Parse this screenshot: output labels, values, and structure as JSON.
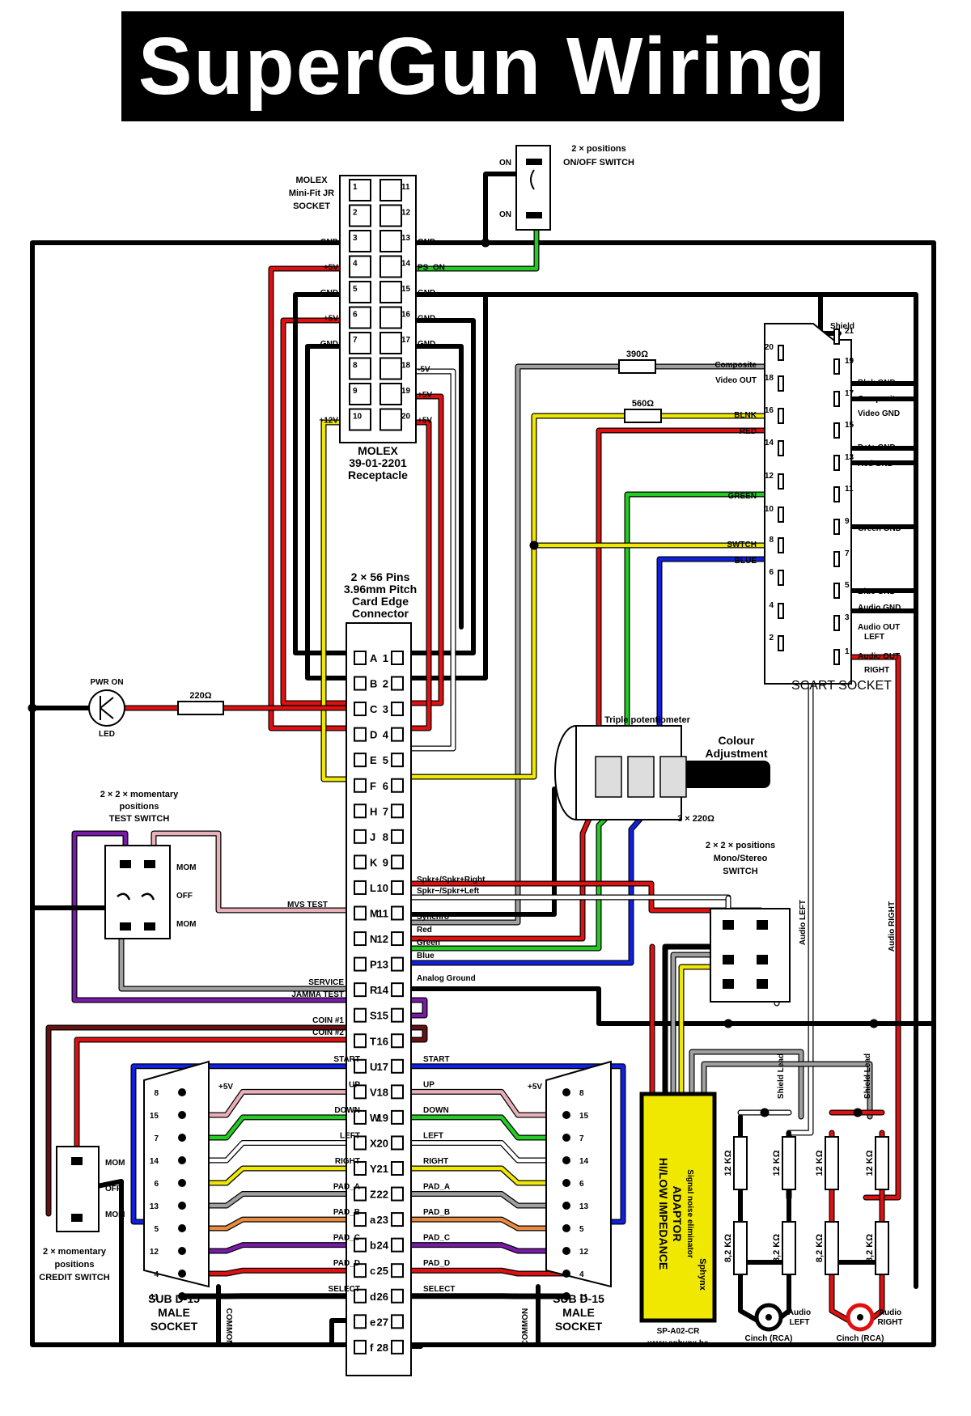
{
  "title": "SuperGun  Wiring",
  "colors": {
    "red": "#e01010",
    "black": "#000000",
    "yellow": "#f0e800",
    "green": "#22cc22",
    "blue": "#1020e0",
    "white": "#ffffff",
    "grey": "#a0a0a0",
    "purple": "#7a1aa8",
    "pink": "#e8b0b8",
    "orange": "#e88a40",
    "darkred": "#6a1010",
    "brown": "#5a1a0a"
  },
  "molex": {
    "header": [
      "MOLEX",
      "Mini-Fit JR",
      "SOCKET"
    ],
    "footer": [
      "MOLEX",
      "39-01-2201",
      "Receptacle"
    ],
    "left_pins": [
      "1",
      "2",
      "3",
      "4",
      "5",
      "6",
      "7",
      "8",
      "9",
      "10"
    ],
    "right_pins": [
      "11",
      "12",
      "13",
      "14",
      "15",
      "16",
      "17",
      "18",
      "19",
      "20"
    ],
    "left_labels": [
      "",
      "",
      "GND",
      "+5V",
      "GND",
      "+5V",
      "GND",
      "",
      "",
      "+12V"
    ],
    "right_labels": [
      "",
      "",
      "GND",
      "PS_ON",
      "GND",
      "GND",
      "GND",
      "-5V",
      "+5V",
      "+5V"
    ]
  },
  "onoff_switch": {
    "caption": [
      "2 × positions",
      "ON/OFF SWITCH"
    ],
    "on_top": "ON",
    "on_bottom": "ON"
  },
  "card_edge": {
    "caption": [
      "2 × 56 Pins",
      "3.96mm Pitch",
      "Card Edge",
      "Connector"
    ],
    "letters": [
      "A",
      "B",
      "C",
      "D",
      "E",
      "F",
      "H",
      "J",
      "K",
      "L",
      "M",
      "N",
      "P",
      "R",
      "S",
      "T",
      "U",
      "V",
      "W",
      "X",
      "Y",
      "Z",
      "a",
      "b",
      "c",
      "d",
      "e",
      "f"
    ],
    "numbers": [
      "1",
      "2",
      "3",
      "4",
      "5",
      "6",
      "7",
      "8",
      "9",
      "10",
      "11",
      "12",
      "13",
      "14",
      "15",
      "16",
      "17",
      "18",
      "19",
      "20",
      "21",
      "22",
      "23",
      "24",
      "25",
      "26",
      "27",
      "28"
    ]
  },
  "jamma_labels": {
    "mvs_test": "MVS TEST",
    "service": "SERVICE",
    "jamma_test": "JAMMA TEST",
    "coin1": "COIN #1",
    "coin2": "COIN #2",
    "spkr_right": "Spkr+/Spkr+Right",
    "spkr_left": "Spkr−/Spkr+Left",
    "synchro": "Synchro",
    "red": "Red",
    "green": "Green",
    "blue": "Blue",
    "analog_ground": "Analog Ground",
    "p1": [
      "START",
      "UP",
      "DOWN",
      "LEFT",
      "RIGHT",
      "PAD_A",
      "PAD_B",
      "PAD_C",
      "PAD_D",
      "SELECT"
    ],
    "p2": [
      "START",
      "UP",
      "DOWN",
      "LEFT",
      "RIGHT",
      "PAD_A",
      "PAD_B",
      "PAD_C",
      "PAD_D",
      "SELECT"
    ]
  },
  "scart": {
    "label": "SCART   SOCKET",
    "shield": "Shield",
    "left_pins": [
      "20",
      "18",
      "16",
      "14",
      "12",
      "10",
      "8",
      "6",
      "4",
      "2"
    ],
    "right_pins": [
      "21",
      "19",
      "17",
      "15",
      "13",
      "11",
      "9",
      "7",
      "5",
      "3",
      "1"
    ],
    "labels": {
      "composite_video_out": [
        "Composite",
        "Video  OUT"
      ],
      "blnk_gnd": "Blnk GND",
      "composite_video_gnd": [
        "Composite",
        "Video  GND"
      ],
      "blnk": "BLNK",
      "red": "RED",
      "data_gnd": "Data GND",
      "red_gnd": "Red GND",
      "green": "GREEN",
      "green_gnd": "Green GND",
      "swtch": "SWTCH",
      "blue": "BLUE",
      "blue_gnd": "Blue GND",
      "audio_gnd": "Audio GND",
      "audio_out_left": [
        "Audio OUT",
        "LEFT"
      ],
      "audio_out_right": [
        "Audio OUT",
        "RIGHT"
      ]
    }
  },
  "resistors": {
    "r390": "390Ω",
    "r560": "560Ω",
    "r220": "220Ω",
    "triple": "3 × 220Ω",
    "r12k": "12 KΩ",
    "r8k2": "8,2 KΩ"
  },
  "pwr_led": {
    "top": "PWR ON",
    "bottom": "LED"
  },
  "triple_pot": {
    "label": "Triple potentiometer",
    "knob": [
      "Colour",
      "Adjustment"
    ]
  },
  "test_switch": {
    "caption": [
      "2 × 2 × momentary",
      "positions",
      "TEST SWITCH"
    ],
    "mom": "MOM",
    "off": "OFF"
  },
  "mono_stereo": {
    "caption": [
      "2 × 2 × positions",
      "Mono/Stereo",
      "SWITCH"
    ],
    "audio_left": "Audio LEFT",
    "audio_right": "Audio RIGHT"
  },
  "credit_switch": {
    "caption": [
      "2 × momentary",
      "positions",
      "CREDIT  SWITCH"
    ],
    "mom": "MOM",
    "off": "OFF"
  },
  "subd": {
    "caption": [
      "SUB D-15",
      "MALE",
      "SOCKET"
    ],
    "common": "COMMON",
    "plus5v": "+5V"
  },
  "adaptor": {
    "title": "HI/LOW IMPEDANCE",
    "title2": "ADAPTOR",
    "subtitle": "Signal noise eliminator",
    "brand": "Sphynx",
    "model": "SP-A02-CR",
    "url": "www.sphynx.be"
  },
  "shield_lead": "Shield Lead",
  "cinch": {
    "left": [
      "Audio",
      "LEFT"
    ],
    "right": [
      "Audio",
      "RIGHT"
    ],
    "caption": "Cinch (RCA)"
  }
}
